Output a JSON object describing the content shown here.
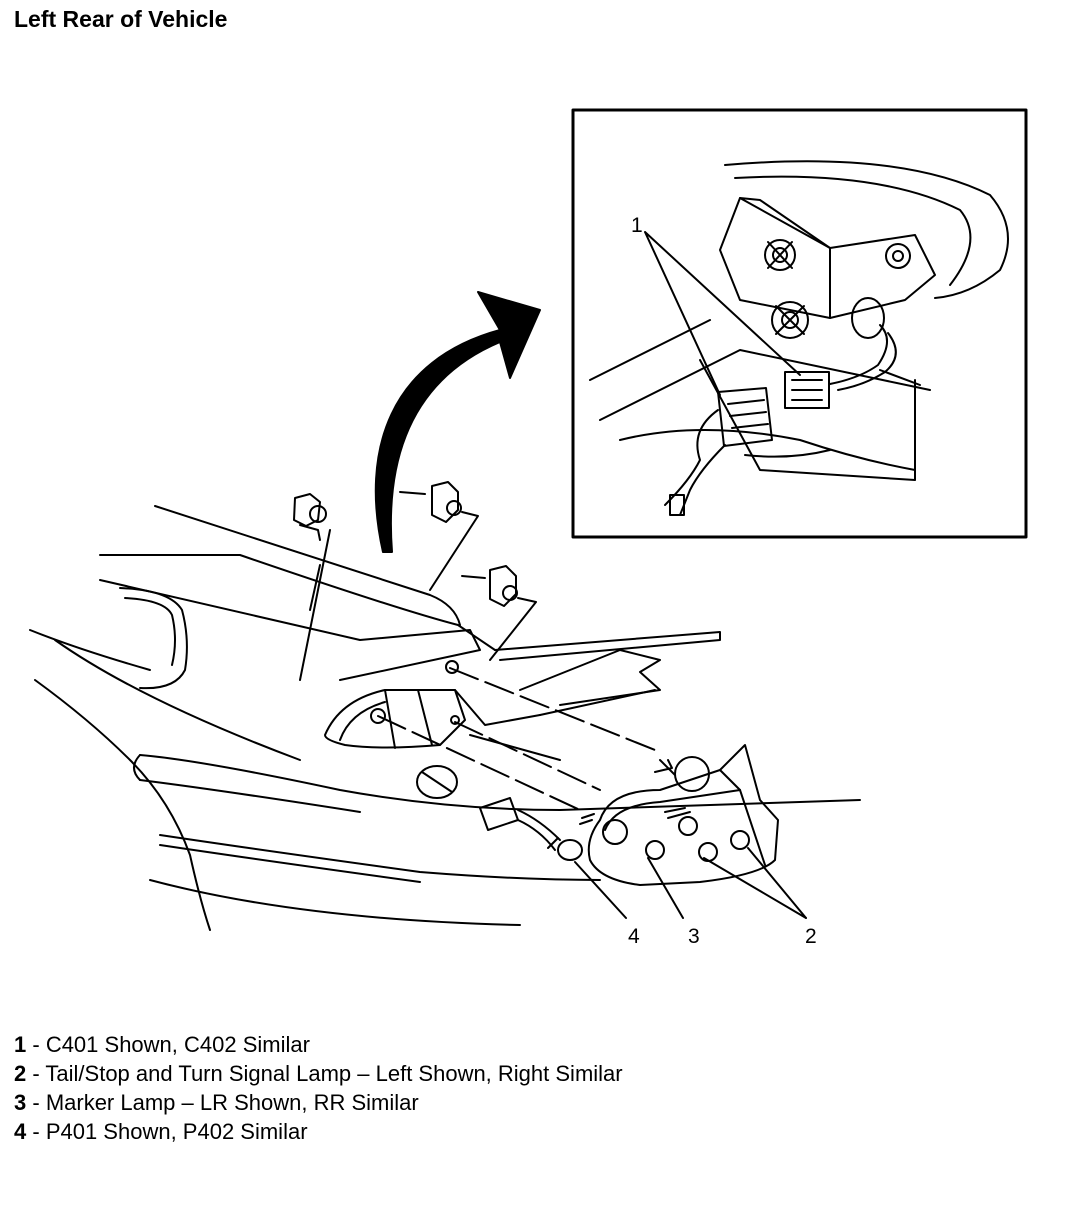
{
  "title": "Left Rear of Vehicle",
  "callouts": [
    "1",
    "2",
    "3",
    "4"
  ],
  "legend": [
    {
      "num": "1",
      "sep": " - ",
      "text": "C401 Shown, C402 Similar"
    },
    {
      "num": "2",
      "sep": " - ",
      "text": "Tail/Stop and Turn Signal Lamp – Left Shown, Right Similar"
    },
    {
      "num": "3",
      "sep": " - ",
      "text": "Marker Lamp – LR Shown, RR Similar"
    },
    {
      "num": "4",
      "sep": " - ",
      "text": "P401 Shown, P402 Similar"
    }
  ]
}
